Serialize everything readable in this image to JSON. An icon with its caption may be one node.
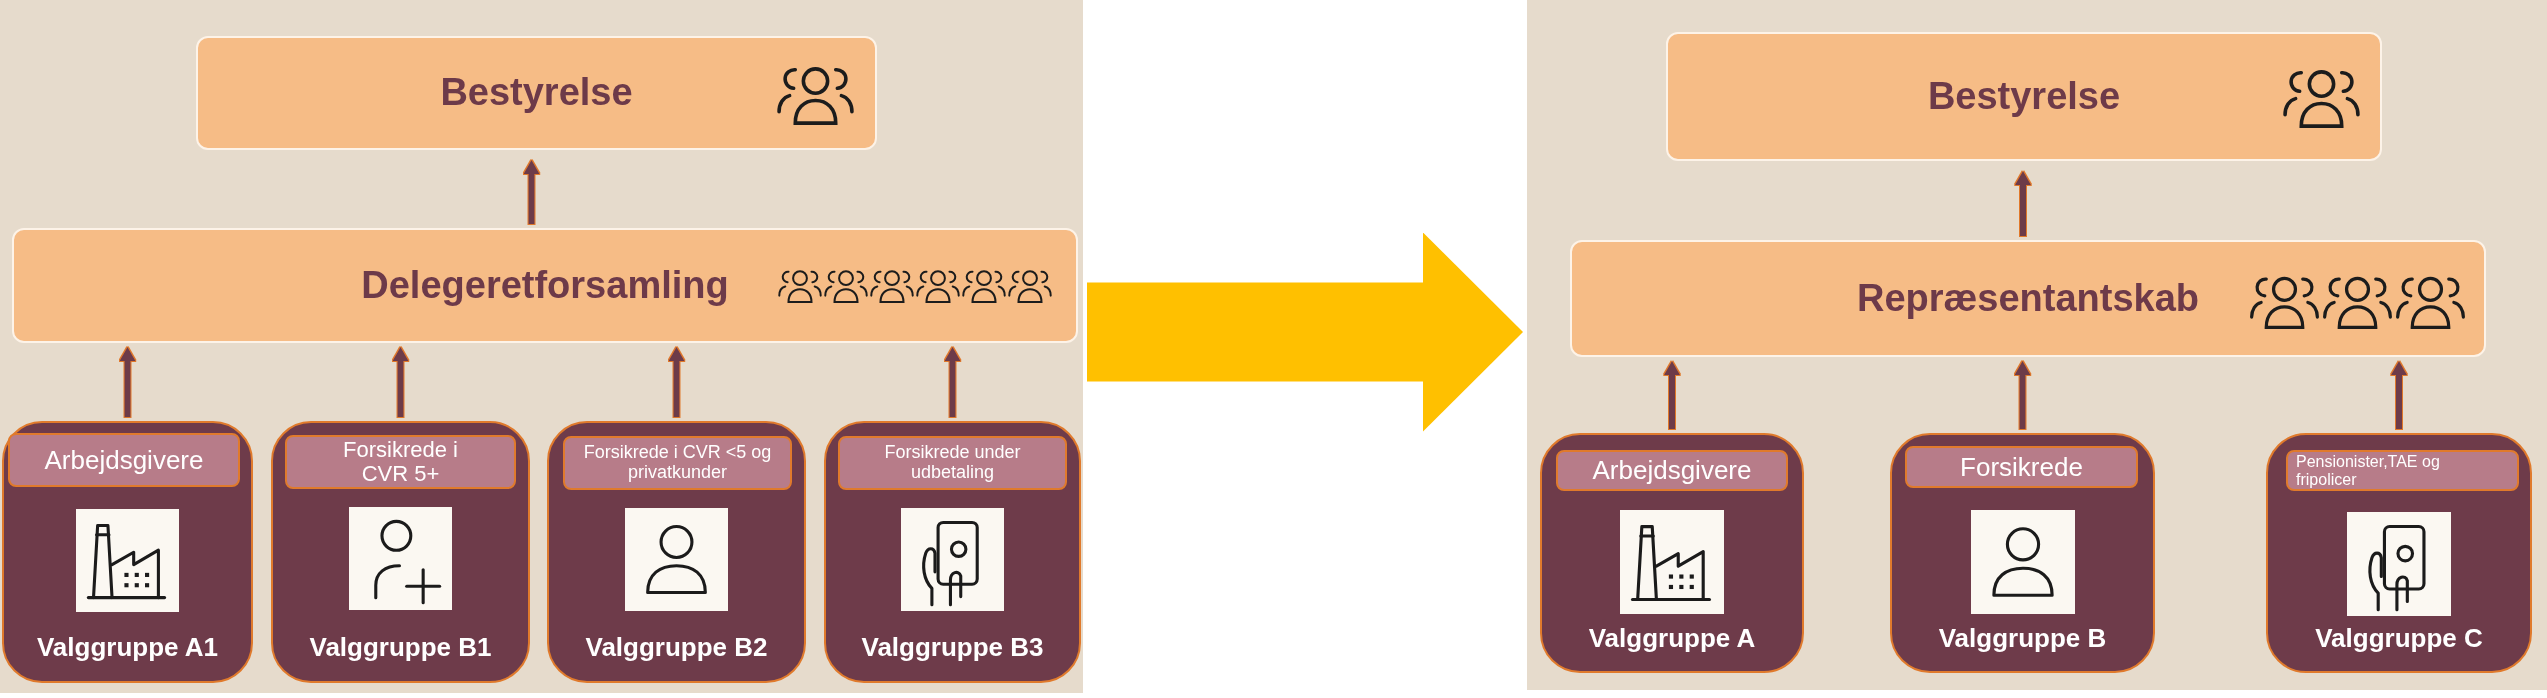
{
  "diagram": {
    "nodes": [
      {
        "text": [],
        "shape": "box"
      },
      {
        "text": [
          "Bestyrelse"
        ],
        "in": 0
      },
      {
        "text": [
          "Delegeretforsamling"
        ],
        "in": 0
      },
      {
        "text": [
          "Valggruppe A1"
        ],
        "in": 0
      },
      {
        "text": [
          "Arbejdsgivere"
        ],
        "in": 3
      },
      {
        "text": [
          "Valggruppe B1"
        ],
        "in": 0
      },
      {
        "text": [
          "Forsikrede i CVR 5+"
        ],
        "in": 5
      },
      {
        "text": [
          "Valggruppe B2"
        ],
        "in": 0
      },
      {
        "text": [
          "Forsikrede i CVR <5 og privatkunder"
        ],
        "in": 7
      },
      {
        "text": [
          "Valggruppe B3"
        ],
        "in": 0
      },
      {
        "text": [
          "Forsikrede under udbetaling"
        ],
        "in": 9
      },
      {
        "text": [],
        "shape": "box"
      },
      {
        "text": [
          "Bestyrelse"
        ],
        "in": 11
      },
      {
        "text": [
          "Repræsentantskab"
        ],
        "in": 11
      },
      {
        "text": [
          "Valggruppe A"
        ],
        "in": 11
      },
      {
        "text": [
          "Arbejdsgivere"
        ],
        "in": 14
      },
      {
        "text": [
          "Valggruppe B"
        ],
        "in": 11
      },
      {
        "text": [
          "Forsikrede"
        ],
        "in": 16
      },
      {
        "text": [
          "Valggruppe C"
        ],
        "in": 11
      },
      {
        "text": [
          "Pensionister,TAE og fripolicer"
        ],
        "in": 18
      }
    ],
    "edges": [
      {
        "from": 2,
        "to": 1,
        "arrow": "to"
      },
      {
        "from": 3,
        "to": 2,
        "arrow": "to"
      },
      {
        "from": 5,
        "to": 2,
        "arrow": "to"
      },
      {
        "from": 7,
        "to": 2,
        "arrow": "to"
      },
      {
        "from": 9,
        "to": 2,
        "arrow": "to"
      },
      {
        "from": 13,
        "to": 12,
        "arrow": "to"
      },
      {
        "from": 14,
        "to": 13,
        "arrow": "to"
      },
      {
        "from": 16,
        "to": 13,
        "arrow": "to"
      },
      {
        "from": 18,
        "to": 13,
        "arrow": "to"
      },
      {
        "from": 0,
        "to": 11,
        "arrow": "to",
        "style": "thick",
        "color": "#ffc000"
      }
    ]
  }
}
